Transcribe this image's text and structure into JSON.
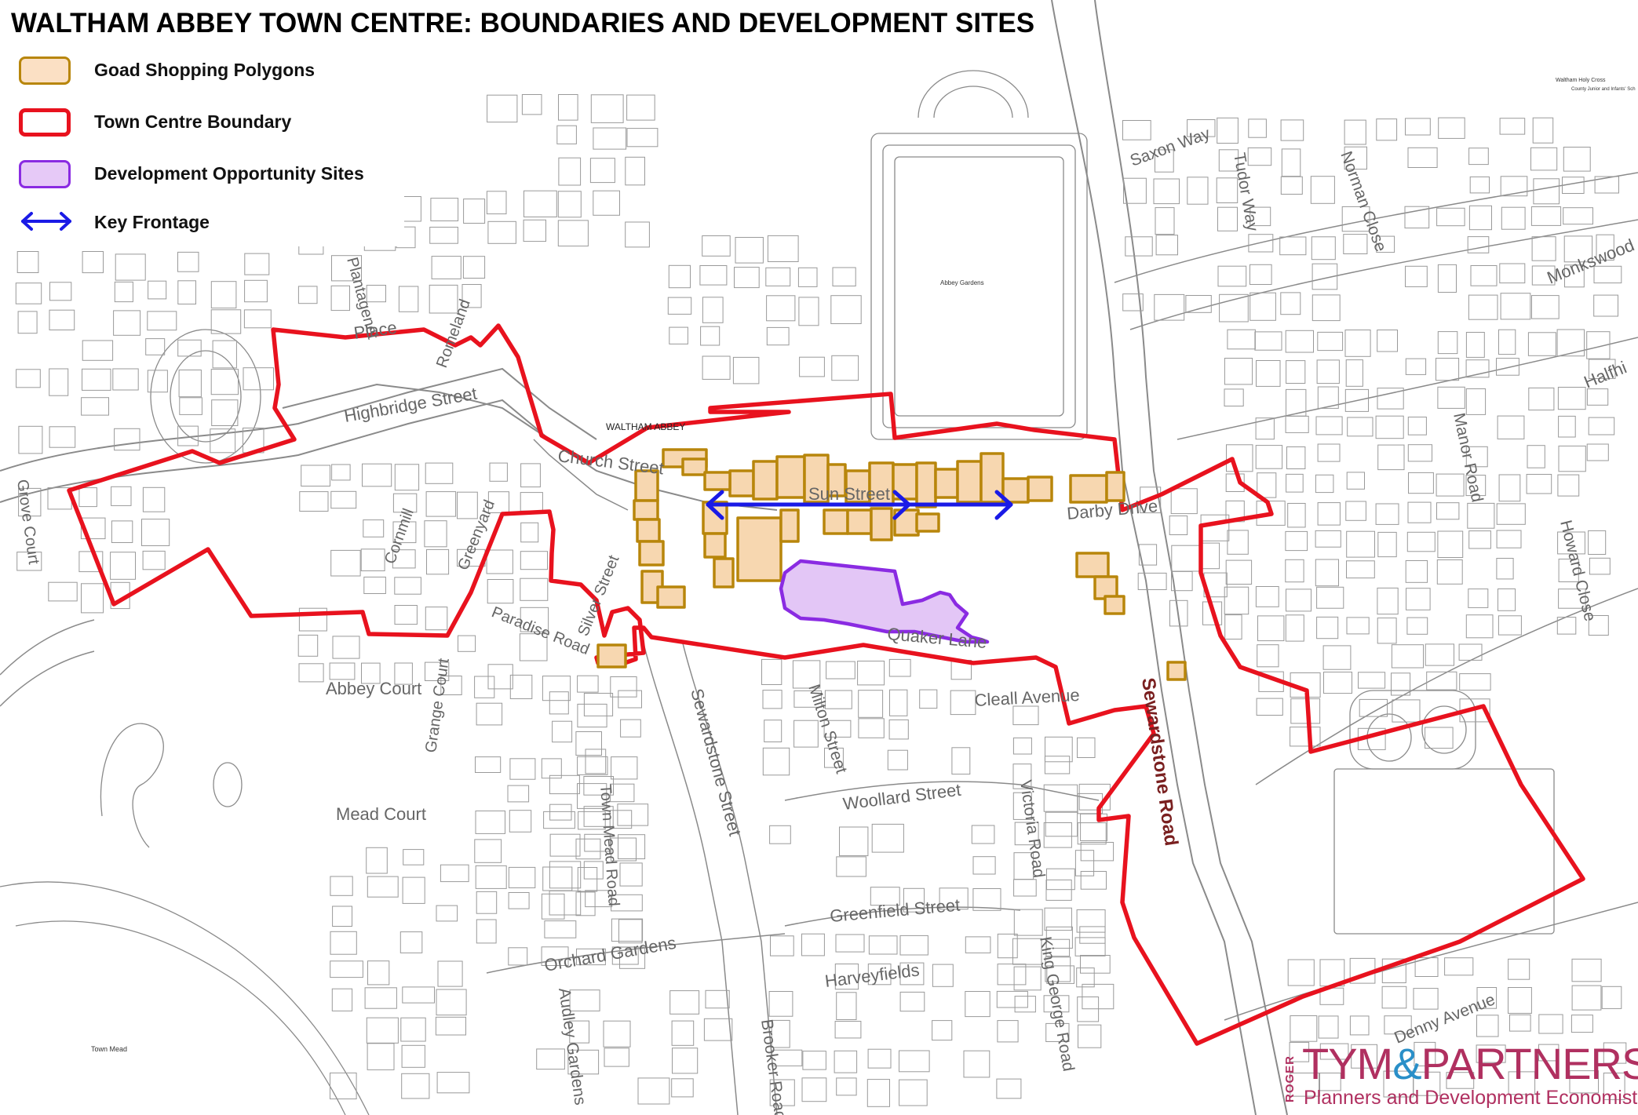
{
  "title": "WALTHAM ABBEY TOWN CENTRE: BOUNDARIES AND DEVELOPMENT SITES",
  "legend": {
    "items": [
      {
        "label": "Goad Shopping Polygons",
        "fill": "#fbe0c4",
        "stroke": "#b8860b"
      },
      {
        "label": "Town Centre Boundary",
        "fill": "#ffffff",
        "stroke": "#e8121e"
      },
      {
        "label": "Development Opportunity Sites",
        "fill": "#e6c9f7",
        "stroke": "#8a2be2"
      },
      {
        "label": "Key Frontage",
        "stroke": "#1a1ae6"
      }
    ]
  },
  "colors": {
    "boundary": "#e8121e",
    "shopping_fill": "#f7d7b0",
    "shopping_stroke": "#b8860b",
    "development_fill": "#e3c6f6",
    "development_stroke": "#8a2be2",
    "frontage": "#1a1ae6",
    "basemap_line": "#8a8a8a",
    "label": "#666666"
  },
  "streets": {
    "sun_street": "Sun Street",
    "church_street": "Church Street",
    "highbridge_street": "Highbridge Street",
    "darby_drive": "Darby Drive",
    "quaker_lane": "Quaker Lane",
    "sewardstone_road": "Sewardstone Road",
    "sewardstone_street": "Sewardstone Street",
    "cleall_avenue": "Cleall Avenue",
    "woollard_street": "Woollard Street",
    "greenfield_street": "Greenfield Street",
    "harveyfields": "Harveyfields",
    "orchard_gardens": "Orchard Gardens",
    "audley_gardens": "Audley Gardens",
    "brooker_road": "Brooker Road",
    "king_george_road": "King George Road",
    "victoria_road": "Victoria Road",
    "milton_street": "Milton Street",
    "town_mead_road": "Town Mead Road",
    "mead_court": "Mead Court",
    "abbey_court": "Abbey Court",
    "grange_court": "Grange Court",
    "paradise_road": "Paradise Road",
    "silver_street": "Silver Street",
    "cornmill": "Cornmill",
    "greenyard": "Greenyard",
    "romeland": "Romeland",
    "grove_court": "Grove Court",
    "saxon_way": "Saxon Way",
    "tudor_way": "Tudor Way",
    "norman_close": "Norman Close",
    "monkswood": "Monkswood",
    "halfhide": "Halfhi",
    "manor_road": "Manor Road",
    "howard_close": "Howard Close",
    "denny_avenue": "Denny Avenue",
    "place": "Place",
    "plantagenet": "Plantagenet"
  },
  "places": {
    "waltham_abbey": "WALTHAM ABBEY",
    "abbey_gardens": "Abbey Gardens",
    "town_mead": "Town Mead",
    "waltham_holy_cross": "Waltham Holy Cross",
    "county_junior": "County Junior and Infants' Sch"
  },
  "logo": {
    "tag": "ROGER",
    "name_left": "TYM",
    "amp": "&",
    "name_right": "PARTNERS",
    "tagline": "Planners and Development Economists"
  }
}
